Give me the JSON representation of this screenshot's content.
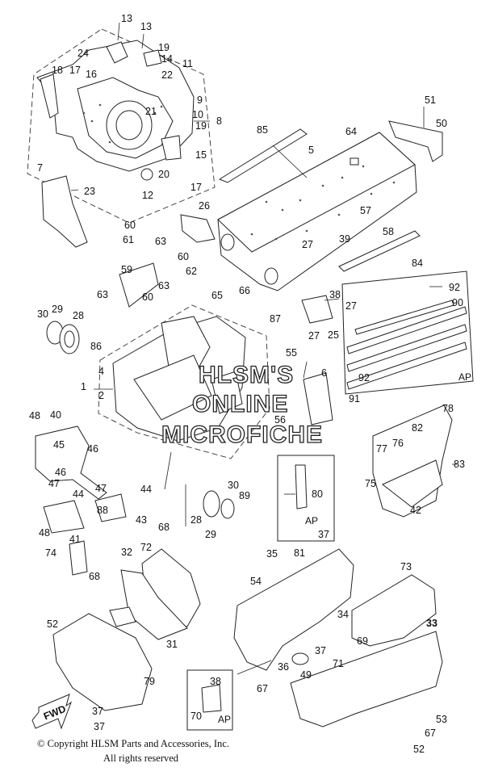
{
  "diagram": {
    "labels": [
      "13",
      "13",
      "19",
      "24",
      "14",
      "11",
      "18",
      "17",
      "16",
      "22",
      "9",
      "21",
      "10",
      "8",
      "19",
      "15",
      "20",
      "17",
      "12",
      "7",
      "23",
      "51",
      "50",
      "85",
      "64",
      "5",
      "26",
      "57",
      "60",
      "63",
      "61",
      "27",
      "39",
      "58",
      "60",
      "59",
      "62",
      "63",
      "84",
      "63",
      "60",
      "65",
      "66",
      "38",
      "92",
      "90",
      "27",
      "87",
      "30",
      "29",
      "28",
      "27",
      "25",
      "86",
      "55",
      "4",
      "6",
      "92",
      "1",
      "2",
      "AP",
      "91",
      "56",
      "78",
      "48",
      "40",
      "82",
      "77",
      "76",
      "83",
      "75",
      "45",
      "46",
      "46",
      "47",
      "44",
      "47",
      "44",
      "88",
      "80",
      "42",
      "43",
      "48",
      "41",
      "28",
      "29",
      "30",
      "89",
      "AP",
      "37",
      "74",
      "68",
      "35",
      "81",
      "73",
      "72",
      "32",
      "68",
      "54",
      "34",
      "33",
      "31",
      "52",
      "37",
      "49",
      "69",
      "36",
      "71",
      "38",
      "79",
      "67",
      "70",
      "AP",
      "37",
      "37",
      "53",
      "67",
      "52"
    ],
    "watermark": [
      "HLSM'S",
      "ONLINE",
      "MICROFICHE"
    ],
    "fwd": "FWD",
    "ap_label": "AP"
  },
  "footer": {
    "copyright": "© Copyright HLSM Parts and Accessories, Inc.",
    "rights": "All rights reserved"
  }
}
